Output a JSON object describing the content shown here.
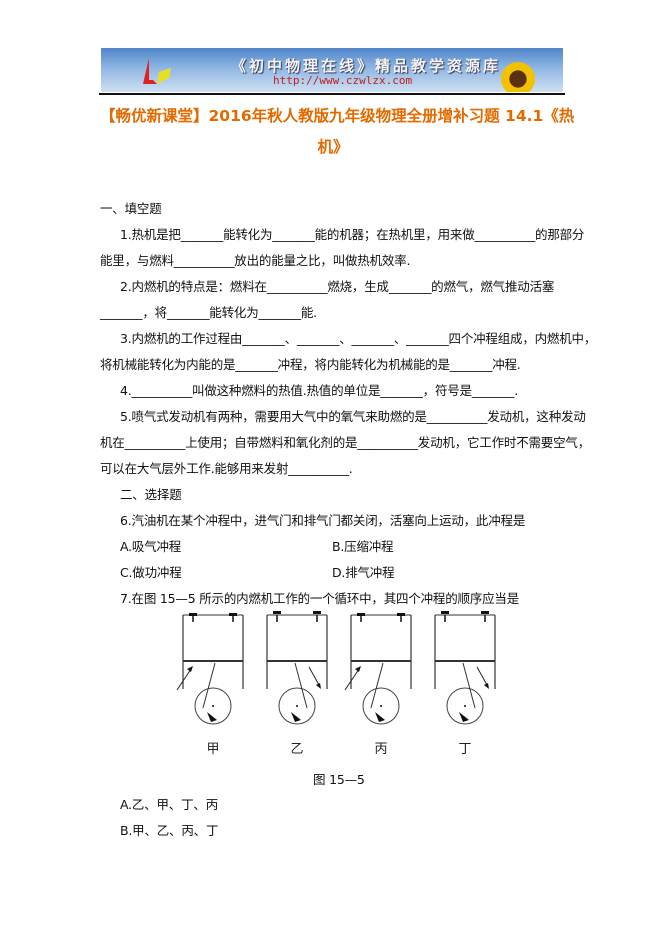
{
  "banner": {
    "title": "《初中物理在线》精品教学资源库",
    "url": "http://www.czwlzx.com"
  },
  "title": {
    "line1": "【畅优新课堂】2016年秋人教版九年级物理全册增补习题 14.1《热",
    "line2": "机》"
  },
  "lines": [
    "一、填空题",
    "1.热机是把_______能转化为_______能的机器；在热机里，用来做__________的那部分",
    "能里，与燃料__________放出的能量之比，叫做热机效率.",
    "2.内燃机的特点是：燃料在__________燃烧，生成_______的燃气，燃气推动活塞",
    "_______，将_______能转化为_______能.",
    "3.内燃机的工作过程由_______、_______、_______、_______四个冲程组成，内燃机中，",
    "将机械能转化为内能的是_______冲程，将内能转化为机械能的是_______冲程.",
    "4.__________叫做这种燃料的热值.热值的单位是_______，符号是_______.",
    "5.喷气式发动机有两种，需要用大气中的氧气来助燃的是__________发动机，这种发动",
    "机在__________上使用；自带燃料和氧化剂的是__________发动机，它工作时不需要空气，",
    "可以在大气层外工作.能够用来发射__________.",
    "二、选择题",
    "6.汽油机在某个冲程中，进气门和排气门都关闭，活塞向上运动，此冲程是",
    "7.在图 15—5 所示的内燃机工作的一个循环中，其四个冲程的顺序应当是"
  ],
  "q6_options": [
    "A.吸气冲程",
    "B.压缩冲程",
    "C.做功冲程",
    "D.排气冲程"
  ],
  "figure": {
    "labels": [
      "甲",
      "乙",
      "丙",
      "丁"
    ],
    "caption": "图 15—5"
  },
  "q7_options": [
    "A.乙、甲、丁、丙",
    "B.甲、乙、丙、丁"
  ]
}
